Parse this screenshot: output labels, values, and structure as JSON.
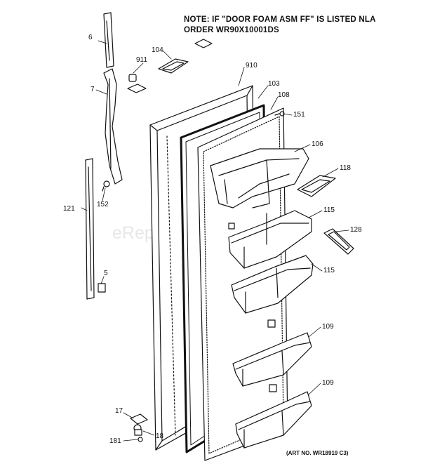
{
  "note": {
    "line1": "NOTE: IF \"DOOR FOAM ASM FF\" IS LISTED NLA",
    "line2": "ORDER WR90X10001DS"
  },
  "art_number": "(ART NO. WR18919 C3)",
  "watermark": "eReplacementParts.com",
  "callouts": {
    "c6": "6",
    "c911": "911",
    "c104": "104",
    "c910": "910",
    "c103": "103",
    "c108": "108",
    "c151": "151",
    "c7": "7",
    "c106": "106",
    "c118": "118",
    "c152": "152",
    "c121": "121",
    "c115a": "115",
    "c128": "128",
    "c115b": "115",
    "c5": "5",
    "c109a": "109",
    "c109b": "109",
    "c17": "17",
    "c18": "18",
    "c181": "181"
  }
}
